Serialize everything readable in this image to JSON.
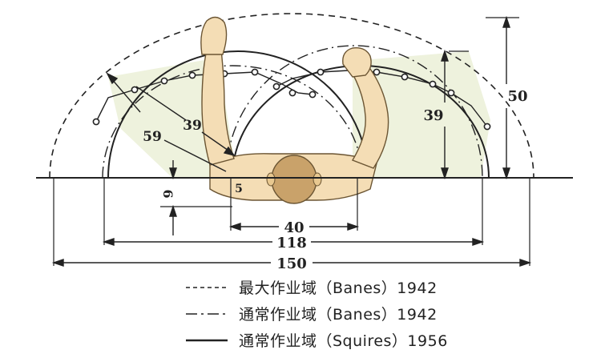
{
  "dimensions": {
    "d150": "150",
    "d118": "118",
    "d40": "40",
    "d50": "50",
    "d39_right": "39",
    "d39_left": "39",
    "d59": "59",
    "d6": "6",
    "d5": "5"
  },
  "legend": [
    {
      "label": "最大作业域（Banes）1942",
      "style": "dashed"
    },
    {
      "label": "通常作业域（Banes）1942",
      "style": "dash-dot"
    },
    {
      "label": "通常作业域（Squires）1956",
      "style": "solid"
    }
  ],
  "colors": {
    "line": "#222222",
    "skin": "#f4ddb5",
    "head": "#c9a26a",
    "zone": "#eef2dd"
  }
}
